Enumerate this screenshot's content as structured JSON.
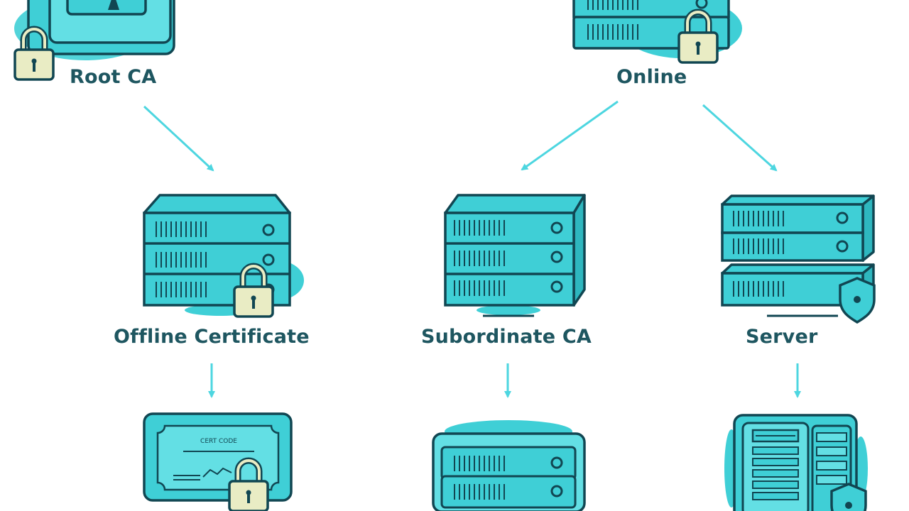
{
  "diagram": {
    "nodes": {
      "root_ca": {
        "label": "Root CA"
      },
      "online": {
        "label": "Online"
      },
      "offline_certificate": {
        "label": "Offline Certificate"
      },
      "subordinate_ca": {
        "label": "Subordinate CA"
      },
      "server": {
        "label": "Server"
      }
    },
    "certificate_text": "CERT CODE"
  },
  "colors": {
    "primary": "#3fcfd6",
    "secondary": "#63dfe4",
    "outline": "#114652",
    "arrow": "#4dd6e0",
    "lock_fill": "#e9ecc4",
    "label": "#1e5660"
  }
}
